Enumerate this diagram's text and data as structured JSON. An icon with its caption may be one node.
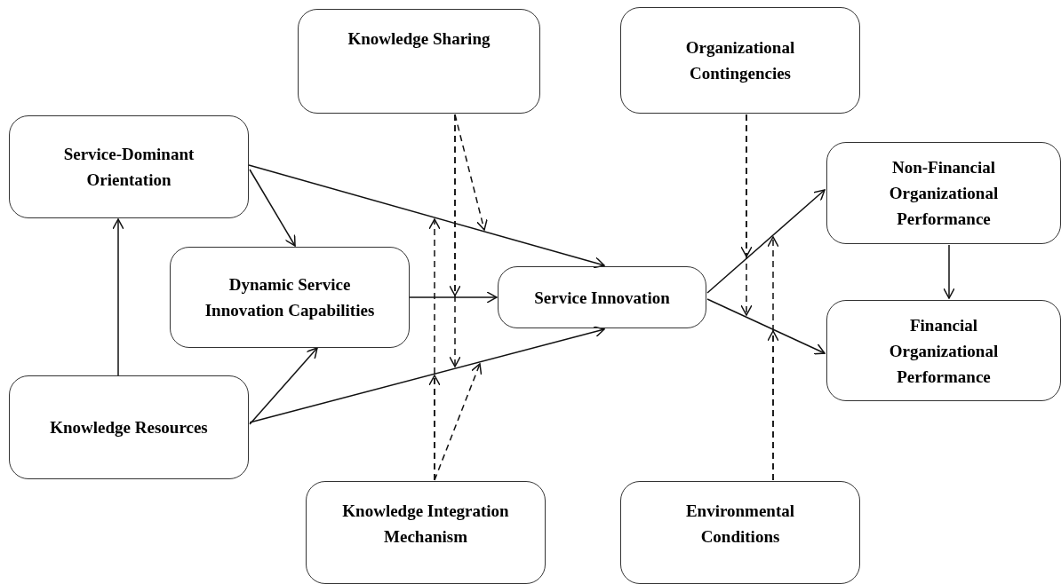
{
  "diagram": {
    "nodes": [
      {
        "text": [
          "Knowledge Sharing"
        ]
      },
      {
        "text": [
          "Organizational Contingencies"
        ]
      },
      {
        "text": [
          "Service-Dominant Orientation"
        ]
      },
      {
        "text": [
          "Non-Financial Organizational Performance"
        ]
      },
      {
        "text": [
          "Dynamic Service Innovation Capabilities"
        ]
      },
      {
        "text": [
          "Service Innovation"
        ]
      },
      {
        "text": [
          "Financial Organizational Performance"
        ]
      },
      {
        "text": [
          "Knowledge Resources"
        ]
      },
      {
        "text": [
          "Knowledge Integration Mechanism"
        ]
      },
      {
        "text": [
          "Environmental Conditions"
        ]
      }
    ],
    "edges": [
      {
        "from": 2,
        "to": 5,
        "arrow": "to"
      },
      {
        "from": 2,
        "to": 4,
        "arrow": "to"
      },
      {
        "from": 7,
        "to": 2,
        "arrow": "to"
      },
      {
        "from": 4,
        "to": 5,
        "arrow": "to"
      },
      {
        "from": 7,
        "to": 4,
        "arrow": "to"
      },
      {
        "from": 7,
        "to": 5,
        "arrow": "to"
      },
      {
        "from": 5,
        "to": 3,
        "arrow": "to"
      },
      {
        "from": 5,
        "to": 6,
        "arrow": "to"
      },
      {
        "from": 3,
        "to": 6,
        "arrow": "to"
      },
      {
        "from": 0,
        "to": null,
        "arrow": "to",
        "style": "dashed"
      },
      {
        "from": 0,
        "to": null,
        "arrow": "to",
        "style": "dashed"
      },
      {
        "from": 0,
        "to": null,
        "arrow": "to",
        "style": "dashed"
      },
      {
        "from": 8,
        "to": null,
        "arrow": "to",
        "style": "dashed"
      },
      {
        "from": 8,
        "to": null,
        "arrow": "to",
        "style": "dashed"
      },
      {
        "from": 8,
        "to": null,
        "arrow": "to",
        "style": "dashed"
      },
      {
        "from": 1,
        "to": null,
        "arrow": "to",
        "style": "dashed"
      },
      {
        "from": 1,
        "to": null,
        "arrow": "to",
        "style": "dashed"
      },
      {
        "from": 9,
        "to": null,
        "arrow": "to",
        "style": "dashed"
      },
      {
        "from": 9,
        "to": null,
        "arrow": "to",
        "style": "dashed"
      }
    ]
  }
}
